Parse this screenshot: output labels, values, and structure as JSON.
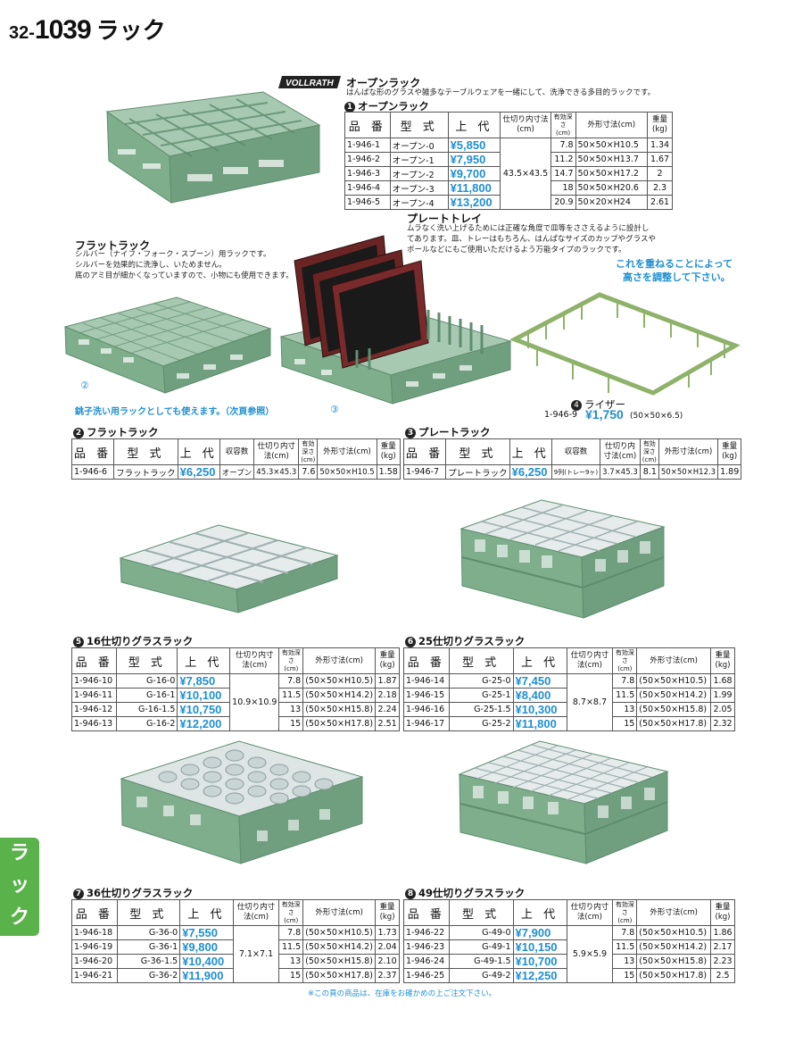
{
  "header": {
    "prefix": "32-",
    "page_number": "1039",
    "title": "ラック"
  },
  "brand": {
    "logo_text": "VOLLRATH"
  },
  "colors": {
    "accent": "#1f8fd1",
    "rack_green": "#7fae8c",
    "rack_dark": "#5e8d6e",
    "tab_green": "#5ab24a"
  },
  "open_rack": {
    "heading": "オープンラック",
    "description": "はんぱな形のグラスや雑多なテーブルウェアを一緒にして、洗浄できる多目的ラックです。",
    "section_no": "1",
    "section_title": "オープンラック",
    "columns": [
      "品 番",
      "型 式",
      "上 代",
      "仕切り内寸法(cm)",
      "有効深さ(cm)",
      "外形寸法(cm)",
      "重量(kg)"
    ],
    "inner_size": "43.5×43.5",
    "rows": [
      {
        "code": "1-946-1",
        "model": "オープン-0",
        "price": "¥5,850",
        "depth": "7.8",
        "outer": "50×50×H10.5",
        "weight": "1.34"
      },
      {
        "code": "1-946-2",
        "model": "オープン-1",
        "price": "¥7,950",
        "depth": "11.2",
        "outer": "50×50×H13.7",
        "weight": "1.67"
      },
      {
        "code": "1-946-3",
        "model": "オープン-2",
        "price": "¥9,700",
        "depth": "14.7",
        "outer": "50×50×H17.2",
        "weight": "2"
      },
      {
        "code": "1-946-4",
        "model": "オープン-3",
        "price": "¥11,800",
        "depth": "18",
        "outer": "50×50×H20.6",
        "weight": "2.3"
      },
      {
        "code": "1-946-5",
        "model": "オープン-4",
        "price": "¥13,200",
        "depth": "20.9",
        "outer": "50×20×H24",
        "weight": "2.61"
      }
    ]
  },
  "plate_tray": {
    "heading": "プレートトレイ",
    "description": [
      "ムラなく洗い上げるためには正確な角度で皿等をささえるように設計し",
      "てあります。皿、トレーはもちろん、はんぱなサイズのカップやグラスや",
      "ボールなどにもご使用いただけるよう万能タイプのラックです。"
    ]
  },
  "flat_rack_info": {
    "heading": "フラットラック",
    "description": [
      "シルバー（ナイフ・フォーク・スプーン）用ラックです。",
      "シルバーを効果的に洗浄し、いためません。",
      "底のアミ目が細かくなっていますので、小物にも使用できます。"
    ],
    "marker": "②",
    "note": "銚子洗い用ラックとしても使えます。（次頁参照）"
  },
  "plate_marker": "③",
  "riser": {
    "callout": [
      "これを重ねることによって",
      "高さを調整して下さい。"
    ],
    "section_no": "4",
    "label": "ライザー",
    "code": "1-946-9",
    "price": "¥1,750",
    "size": "(50×50×6.5)"
  },
  "flat_rack": {
    "section_no": "2",
    "section_title": "フラットラック",
    "columns": [
      "品 番",
      "型 式",
      "上 代",
      "収容数",
      "仕切り内寸法(cm)",
      "有効深さ(cm)",
      "外形寸法(cm)",
      "重量(kg)"
    ],
    "row": {
      "code": "1-946-6",
      "model": "フラットラック",
      "price": "¥6,250",
      "capacity": "オープン",
      "inner": "45.3×45.3",
      "depth": "7.6",
      "outer": "50×50×H10.5",
      "weight": "1.58"
    }
  },
  "plate_rack": {
    "section_no": "3",
    "section_title": "プレートラック",
    "columns": [
      "品 番",
      "型 式",
      "上 代",
      "収容数",
      "仕切り内寸法(cm)",
      "有効深さ(cm)",
      "外形寸法(cm)",
      "重量(kg)"
    ],
    "row": {
      "code": "1-946-7",
      "model": "プレートラック",
      "price": "¥6,250",
      "capacity": "9列(トレー9ヶ)",
      "inner": "3.7×45.3",
      "depth": "8.1",
      "outer": "50×50×H12.3",
      "weight": "1.89"
    }
  },
  "rack16": {
    "section_no": "5",
    "section_title": "16仕切りグラスラック",
    "columns": [
      "品 番",
      "型 式",
      "上 代",
      "仕切り内寸法(cm)",
      "有効深さ(cm)",
      "外形寸法(cm)",
      "重量(kg)"
    ],
    "inner": "10.9×10.9",
    "rows": [
      {
        "code": "1-946-10",
        "model": "G-16-0",
        "price": "¥7,850",
        "depth": "7.8",
        "outer": "(50×50×H10.5)",
        "weight": "1.87"
      },
      {
        "code": "1-946-11",
        "model": "G-16-1",
        "price": "¥10,100",
        "depth": "11.5",
        "outer": "(50×50×H14.2)",
        "weight": "2.18"
      },
      {
        "code": "1-946-12",
        "model": "G-16-1.5",
        "price": "¥10,750",
        "depth": "13",
        "outer": "(50×50×H15.8)",
        "weight": "2.24"
      },
      {
        "code": "1-946-13",
        "model": "G-16-2",
        "price": "¥12,200",
        "depth": "15",
        "outer": "(50×50×H17.8)",
        "weight": "2.51"
      }
    ]
  },
  "rack25": {
    "section_no": "6",
    "section_title": "25仕切りグラスラック",
    "columns": [
      "品 番",
      "型 式",
      "上 代",
      "仕切り内寸法(cm)",
      "有効深さ(cm)",
      "外形寸法(cm)",
      "重量(kg)"
    ],
    "inner": "8.7×8.7",
    "rows": [
      {
        "code": "1-946-14",
        "model": "G-25-0",
        "price": "¥7,450",
        "depth": "7.8",
        "outer": "(50×50×H10.5)",
        "weight": "1.68"
      },
      {
        "code": "1-946-15",
        "model": "G-25-1",
        "price": "¥8,400",
        "depth": "11.5",
        "outer": "(50×50×H14.2)",
        "weight": "1.99"
      },
      {
        "code": "1-946-16",
        "model": "G-25-1.5",
        "price": "¥10,300",
        "depth": "13",
        "outer": "(50×50×H15.8)",
        "weight": "2.05"
      },
      {
        "code": "1-946-17",
        "model": "G-25-2",
        "price": "¥11,800",
        "depth": "15",
        "outer": "(50×50×H17.8)",
        "weight": "2.32"
      }
    ]
  },
  "rack36": {
    "section_no": "7",
    "section_title": "36仕切りグラスラック",
    "columns": [
      "品 番",
      "型 式",
      "上 代",
      "仕切り内寸法(cm)",
      "有効深さ(cm)",
      "外形寸法(cm)",
      "重量(kg)"
    ],
    "inner": "7.1×7.1",
    "rows": [
      {
        "code": "1-946-18",
        "model": "G-36-0",
        "price": "¥7,550",
        "depth": "7.8",
        "outer": "(50×50×H10.5)",
        "weight": "1.73"
      },
      {
        "code": "1-946-19",
        "model": "G-36-1",
        "price": "¥9,800",
        "depth": "11.5",
        "outer": "(50×50×H14.2)",
        "weight": "2.04"
      },
      {
        "code": "1-946-20",
        "model": "G-36-1.5",
        "price": "¥10,400",
        "depth": "13",
        "outer": "(50×50×H15.8)",
        "weight": "2.10"
      },
      {
        "code": "1-946-21",
        "model": "G-36-2",
        "price": "¥11,900",
        "depth": "15",
        "outer": "(50×50×H17.8)",
        "weight": "2.37"
      }
    ]
  },
  "rack49": {
    "section_no": "8",
    "section_title": "49仕切りグラスラック",
    "columns": [
      "品 番",
      "型 式",
      "上 代",
      "仕切り内寸法(cm)",
      "有効深さ(cm)",
      "外形寸法(cm)",
      "重量(kg)"
    ],
    "inner": "5.9×5.9",
    "rows": [
      {
        "code": "1-946-22",
        "model": "G-49-0",
        "price": "¥7,900",
        "depth": "7.8",
        "outer": "(50×50×H10.5)",
        "weight": "1.86"
      },
      {
        "code": "1-946-23",
        "model": "G-49-1",
        "price": "¥10,150",
        "depth": "11.5",
        "outer": "(50×50×H14.2)",
        "weight": "2.17"
      },
      {
        "code": "1-946-24",
        "model": "G-49-1.5",
        "price": "¥10,700",
        "depth": "13",
        "outer": "(50×50×H15.8)",
        "weight": "2.23"
      },
      {
        "code": "1-946-25",
        "model": "G-49-2",
        "price": "¥12,250",
        "depth": "15",
        "outer": "(50×50×H17.8)",
        "weight": "2.5"
      }
    ]
  },
  "side_tab": [
    "ラ",
    "ッ",
    "ク"
  ],
  "footnote": "※この頁の商品は、在庫をお確かめの上ご注文下さい。"
}
